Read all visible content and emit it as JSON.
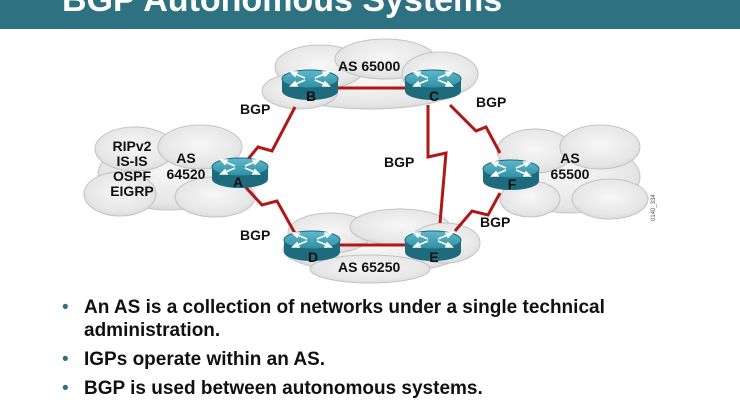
{
  "title": "BGP Autonomous Systems",
  "figure_code": "0140_334",
  "colors": {
    "title_bar": "#2e7282",
    "link": "#b01818",
    "router": "#2f8fa3",
    "cloud": "#e3e3e3"
  },
  "diagram": {
    "clouds": {
      "as65000": "AS 65000",
      "as65250": "AS 65250",
      "as64520_line1": "AS",
      "as64520_line2": "64520",
      "as65500_line1": "AS",
      "as65500_line2": "65500"
    },
    "igp_protocols": [
      "RIPv2",
      "IS-IS",
      "OSPF",
      "EIGRP"
    ],
    "routers": [
      "A",
      "B",
      "C",
      "D",
      "E",
      "F"
    ],
    "link_labels": {
      "a_b": "BGP",
      "a_d": "BGP",
      "c_e": "BGP",
      "c_f": "BGP",
      "e_f": "BGP"
    }
  },
  "bullets": [
    "An AS is a collection of networks under a single technical administration.",
    "IGPs operate within an AS.",
    "BGP is used between autonomous systems."
  ]
}
